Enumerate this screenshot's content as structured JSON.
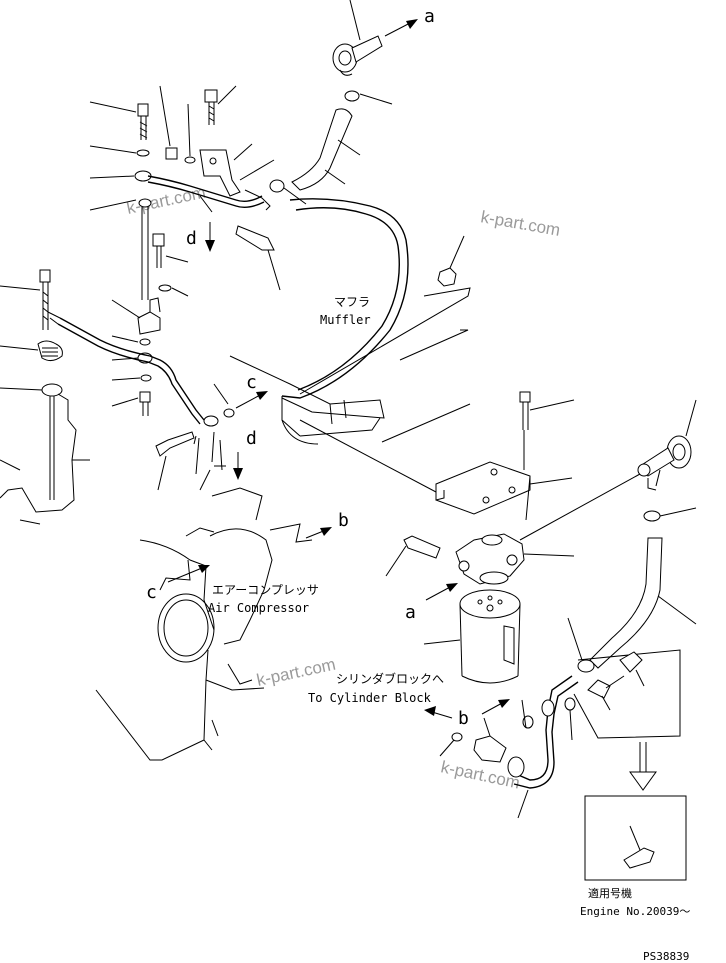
{
  "labels": {
    "muffler_jp": "マフラ",
    "muffler_en": "Muffler",
    "air_compressor_jp": "エアーコンプレッサ",
    "air_compressor_en": "Air Compressor",
    "cylinder_block_jp": "シリンダブロックへ",
    "cylinder_block_en": "To Cylinder Block",
    "applicable_jp": "適用号機",
    "engine_no": "Engine No.20039～",
    "drawing_no": "PS38839"
  },
  "callouts": {
    "a_top": "a",
    "a_bottom": "a",
    "b_mid": "b",
    "b_bottom": "b",
    "c_mid": "c",
    "c_left": "c",
    "d_upper": "d",
    "d_lower": "d"
  },
  "watermarks": [
    "k-part.com",
    "k-part.com",
    "k-part.com",
    "k-part.com"
  ]
}
